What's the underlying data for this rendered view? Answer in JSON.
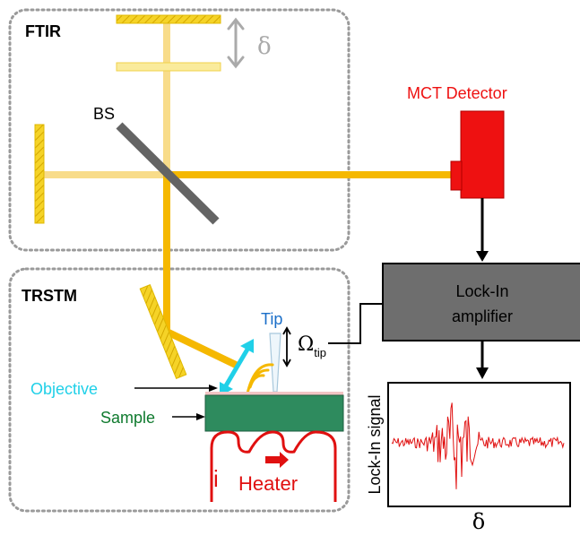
{
  "colors": {
    "beam": "#f5b800",
    "beam_light": "#f8dc8a",
    "mirror": "#f5d327",
    "mirror_hatch": "#d4a800",
    "splitter": "#646464",
    "detector": "#ee1111",
    "amplifier": "#6e6e6e",
    "sample": "#2e8b5e",
    "heater": "#e01010",
    "tip_label": "#1a6ec8",
    "objective": "#20d0e8",
    "label_green": "#0f7a2e",
    "box_border": "#9a9a9a",
    "delta_gray": "#aaaaaa"
  },
  "sections": {
    "ftir_label": "FTIR",
    "trstm_label": "TRSTM"
  },
  "labels": {
    "delta_top": "δ",
    "bs": "BS",
    "mct_detector": "MCT Detector",
    "lockin_line1": "Lock-In",
    "lockin_line2": "amplifier",
    "tip": "Tip",
    "omega": "Ω",
    "omega_sub": "tip",
    "objective": "Objective",
    "sample": "Sample",
    "current": "i",
    "heater": "Heater",
    "signal_ylabel": "Lock-In signal",
    "signal_xlabel": "δ"
  },
  "icons": {
    "mirrors": "hatched-mirror-icon",
    "beam_splitter": "beam-splitter-icon",
    "detector": "detector-icon",
    "tip": "probe-tip-icon",
    "heater": "heater-coil-icon"
  }
}
